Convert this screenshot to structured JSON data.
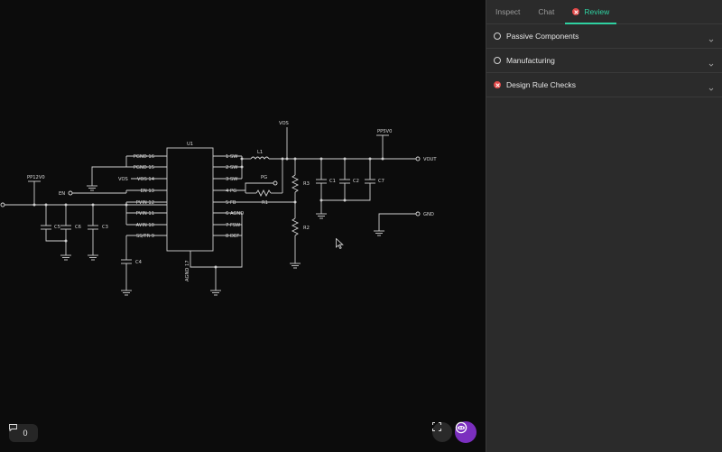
{
  "panel": {
    "tabs": [
      {
        "label": "Inspect"
      },
      {
        "label": "Chat"
      },
      {
        "label": "Review"
      }
    ],
    "sections": [
      {
        "label": "Passive Components",
        "status": "pending"
      },
      {
        "label": "Manufacturing",
        "status": "pending"
      },
      {
        "label": "Design Rule Checks",
        "status": "error"
      }
    ]
  },
  "canvas": {
    "comment_count": "0",
    "u1": {
      "ref": "U1",
      "left_pins": [
        "PGND 16",
        "PGND 15",
        "VOS 14",
        "EN 13",
        "PVIN 12",
        "PVIN 11",
        "AVIN 10",
        "SS/TR 9"
      ],
      "right_pins": [
        "1 SW",
        "2 SW",
        "3 SW",
        "4 PG",
        "5 FB",
        "6 AGND",
        "7 FSW",
        "8 DEF"
      ],
      "bottom_pin": "AGND 17"
    },
    "nets": {
      "pp12v0": "PP12V0",
      "en": "EN",
      "vos_left": "VOS",
      "vos_top": "VOS",
      "pg": "PG",
      "pp5v0": "PP5V0",
      "vout": "VOUT",
      "gnd": "GND"
    },
    "parts": {
      "l1": "L1",
      "r1": "R1",
      "r2": "R2",
      "r3": "R3",
      "c1": "C1",
      "c2": "C2",
      "c3": "C3",
      "c4": "C4",
      "c5": "C5",
      "c6": "C6",
      "c7": "C7"
    }
  },
  "colors": {
    "accent": "#2fd1a1",
    "error": "#e24a4a",
    "ai_button": "#7b2fbf"
  }
}
